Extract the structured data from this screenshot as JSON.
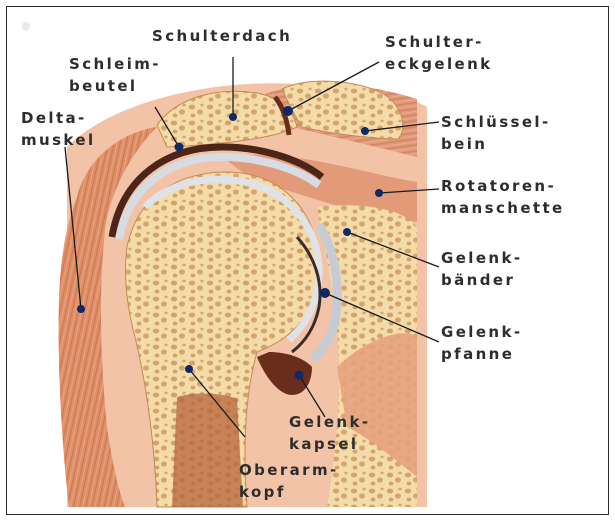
{
  "labels": {
    "schulterdach": "Schulterdach",
    "schultereckgelenk": [
      "Schulter-",
      "eckgelenk"
    ],
    "schleimbeutel": [
      "Schleim-",
      "beutel"
    ],
    "deltamuskel": [
      "Delta-",
      "muskel"
    ],
    "schluesselbein": [
      "Schlüssel-",
      "bein"
    ],
    "rotatorenmanschette": [
      "Rotatoren-",
      "manschette"
    ],
    "gelenkbaender": [
      "Gelenk-",
      "bänder"
    ],
    "gelenkpfanne": [
      "Gelenk-",
      "pfanne"
    ],
    "gelenkkapsel": [
      "Gelenk-",
      "kapsel"
    ],
    "oberarmkopf": [
      "Oberarm-",
      "kopf"
    ]
  },
  "colors": {
    "muscle": "#d9875f",
    "muscle_light": "#efb898",
    "bone": "#f3d6a4",
    "bone_pore": "#c9905a",
    "cartilage": "#d9dde3",
    "cavity": "#6a2d1c",
    "leader": "#1a1a1a",
    "dot": "#0c2a66"
  }
}
